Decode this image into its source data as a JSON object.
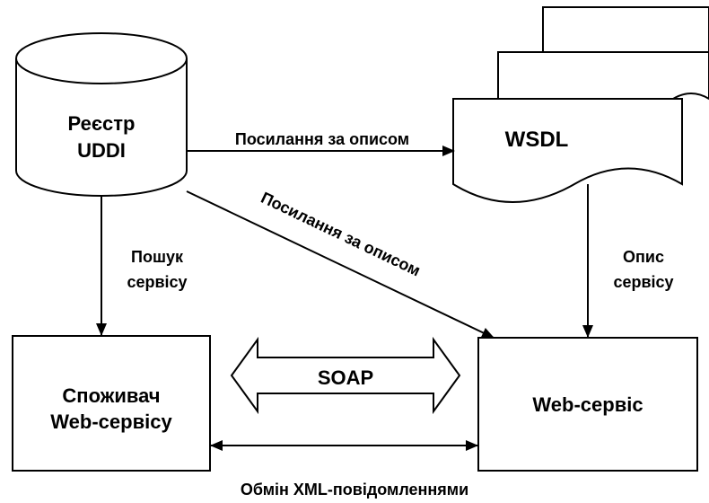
{
  "registry": {
    "line1": "Реєстр",
    "line2": "UDDI"
  },
  "wsdl": {
    "label": "WSDL"
  },
  "consumer": {
    "line1": "Споживач",
    "line2": "Web-сервісу"
  },
  "service": {
    "label": "Web-сервіс"
  },
  "soap": {
    "label": "SOAP"
  },
  "edges": {
    "registry_to_wsdl": "Посилання за описом",
    "registry_to_service": "Посилання за описом",
    "search_line1": "Пошук",
    "search_line2": "сервісу",
    "desc_line1": "Опис",
    "desc_line2": "сервісу",
    "xml_exchange": "Обмін XML-повідомленнями"
  },
  "colors": {
    "stroke": "#000000",
    "fill": "#ffffff"
  }
}
